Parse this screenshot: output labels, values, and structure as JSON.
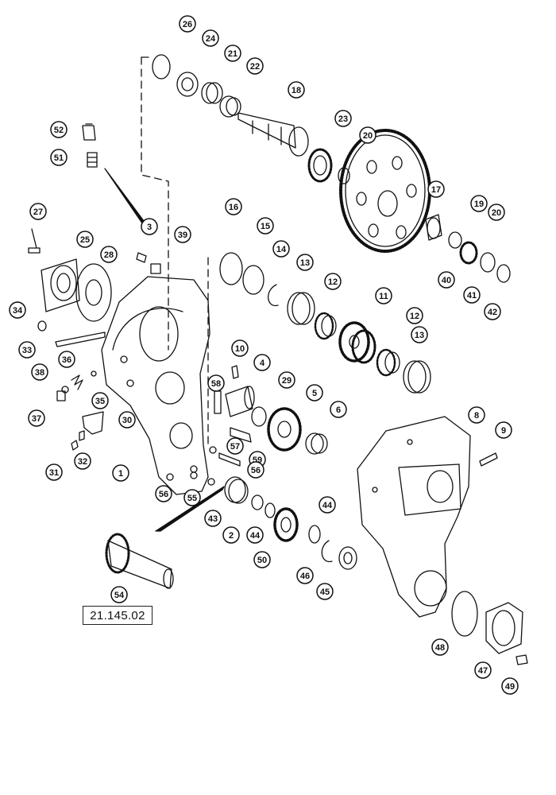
{
  "diagram": {
    "reference_code": "21.145.02",
    "callouts": [
      "26",
      "24",
      "21",
      "22",
      "18",
      "23",
      "20",
      "17",
      "19",
      "20",
      "52",
      "51",
      "3",
      "39",
      "27",
      "25",
      "28",
      "16",
      "15",
      "14",
      "13",
      "12",
      "11",
      "12",
      "13",
      "40",
      "41",
      "42",
      "34",
      "33",
      "36",
      "38",
      "35",
      "37",
      "10",
      "4",
      "58",
      "29",
      "5",
      "6",
      "30",
      "31",
      "32",
      "1",
      "56",
      "57",
      "59",
      "56",
      "55",
      "43",
      "2",
      "44",
      "44",
      "50",
      "46",
      "45",
      "54",
      "8",
      "9",
      "48",
      "47",
      "49"
    ]
  }
}
